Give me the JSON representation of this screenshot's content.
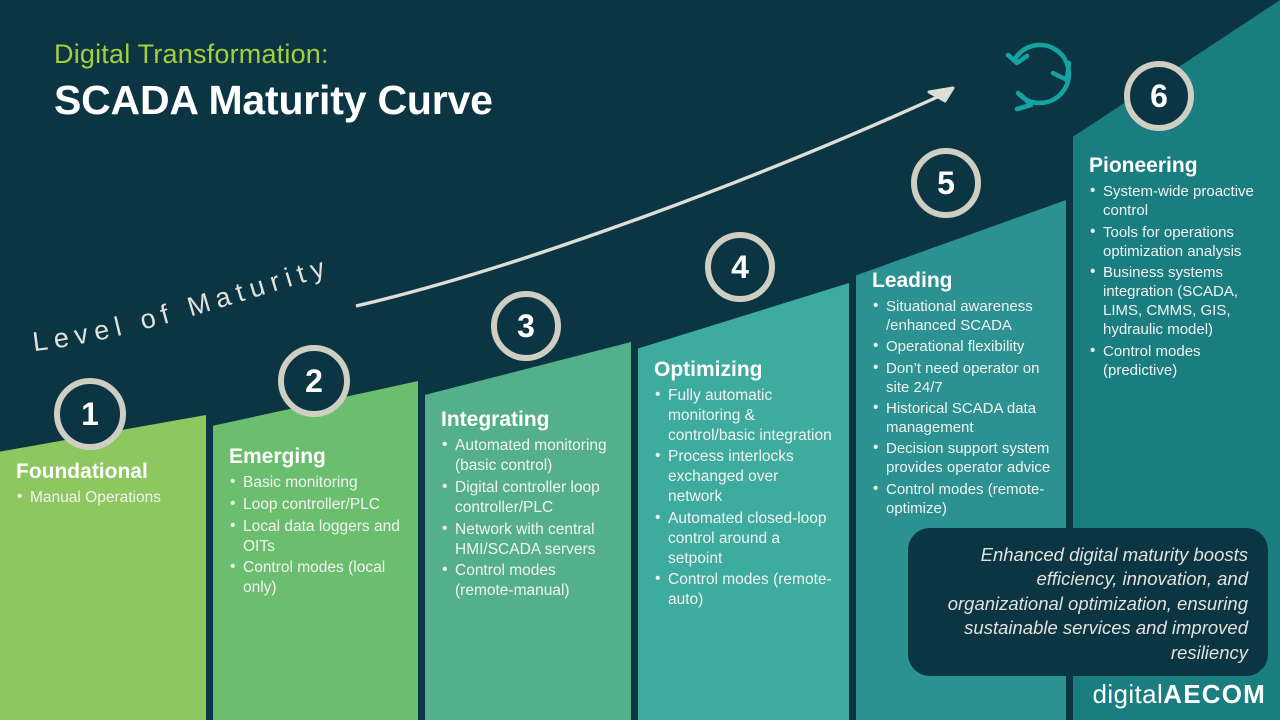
{
  "header": {
    "subtitle": "Digital Transformation:",
    "title": "SCADA Maturity Curve",
    "axis_label": "Level of Maturity",
    "accent_green": "#a6ce39",
    "background": "#0b3542"
  },
  "icons": {
    "cycle": "circular-arrows-icon",
    "arrow": "upward-trend-arrow-icon"
  },
  "stages": [
    {
      "number": "1",
      "title": "Foundational",
      "color": "#8cc75f",
      "bullets": [
        "Manual Operations"
      ]
    },
    {
      "number": "2",
      "title": "Emerging",
      "color": "#6cbe6f",
      "bullets": [
        "Basic monitoring",
        "Loop controller/PLC",
        "Local data loggers and OITs",
        "Control modes (local only)"
      ]
    },
    {
      "number": "3",
      "title": "Integrating",
      "color": "#53b08b",
      "bullets": [
        "Automated monitoring (basic control)",
        "Digital controller loop controller/PLC",
        "Network with central HMI/SCADA servers",
        "Control modes (remote-manual)"
      ]
    },
    {
      "number": "4",
      "title": "Optimizing",
      "color": "#3dab9e",
      "bullets": [
        "Fully automatic monitoring & control/basic integration",
        "Process interlocks exchanged over network",
        "Automated closed-loop control around a setpoint",
        "Control modes (remote-auto)"
      ]
    },
    {
      "number": "5",
      "title": "Leading",
      "color": "#2b9191",
      "bullets": [
        "Situational awareness /enhanced SCADA",
        "Operational flexibility",
        "Don’t need operator on site 24/7",
        "Historical SCADA data management",
        "Decision support system provides operator advice",
        "Control modes (remote-optimize)"
      ]
    },
    {
      "number": "6",
      "title": "Pioneering",
      "color": "#1a7d80",
      "bullets": [
        "System-wide proactive control",
        "Tools for operations optimization analysis",
        "Business systems integration (SCADA, LIMS, CMMS, GIS, hydraulic model)",
        "Control modes (predictive)"
      ]
    }
  ],
  "callout": {
    "text": "Enhanced digital maturity boosts efficiency, innovation, and organizational optimization, ensuring sustainable services and improved resiliency"
  },
  "logo": {
    "light": "digital",
    "bold": "AECOM"
  }
}
